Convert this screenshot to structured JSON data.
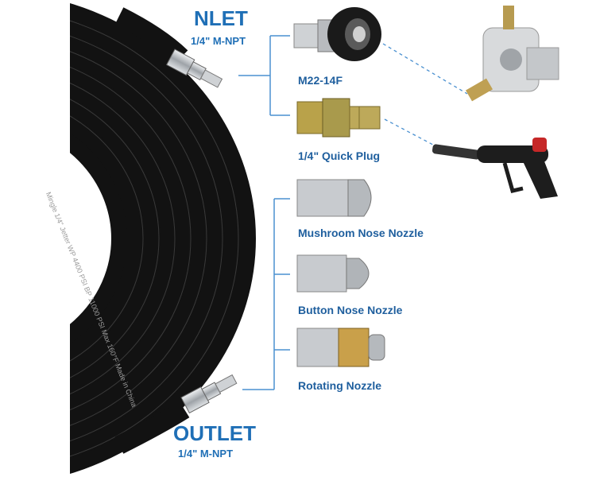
{
  "inlet": {
    "title": "NLET",
    "spec": "1/4\" M-NPT"
  },
  "outlet": {
    "title": "OUTLET",
    "spec": "1/4\" M-NPT"
  },
  "items": [
    {
      "label": "M22-14F",
      "icon": "m22-fitting-icon"
    },
    {
      "label": "1/4\" Quick Plug",
      "icon": "quick-plug-icon"
    },
    {
      "label": "Mushroom Nose Nozzle",
      "icon": "mushroom-nozzle-icon"
    },
    {
      "label": "Button Nose Nozzle",
      "icon": "button-nozzle-icon"
    },
    {
      "label": "Rotating Nozzle",
      "icon": "rotating-nozzle-icon"
    }
  ],
  "hose_print": "Mingle 1/4\" Jetter WP 4400 PSI BP 11000 PSI Max 160°F Made in China",
  "colors": {
    "accent": "#1f6fb6",
    "hose": "#141414",
    "steel": "#b9bcc0",
    "brass": "#c9a04a"
  }
}
